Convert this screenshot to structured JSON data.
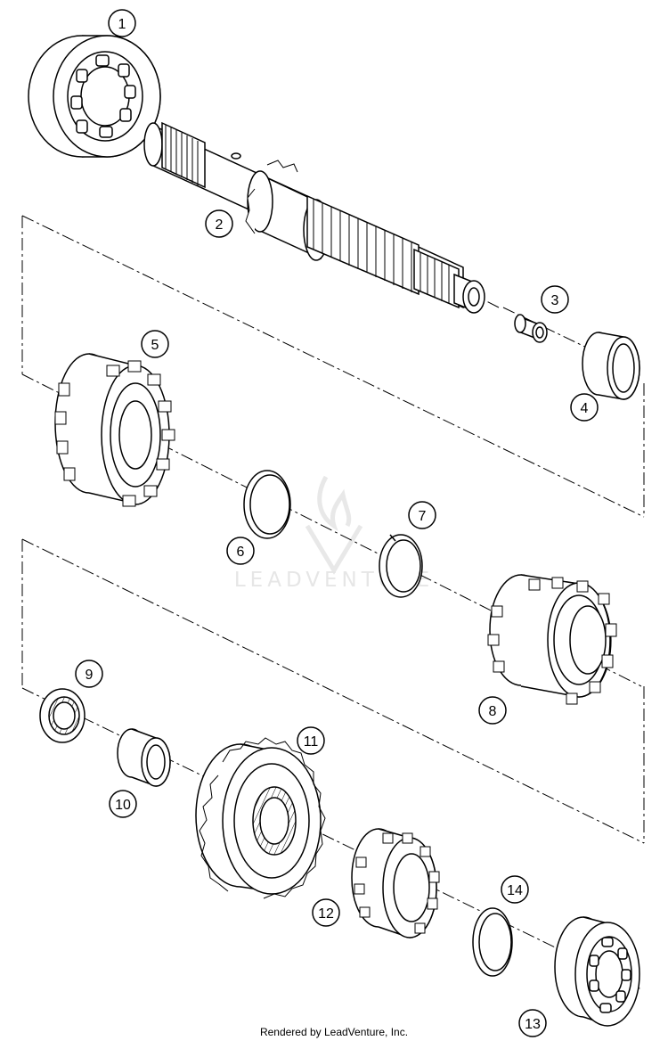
{
  "callouts": [
    {
      "label": "1"
    },
    {
      "label": "2"
    },
    {
      "label": "3"
    },
    {
      "label": "4"
    },
    {
      "label": "5"
    },
    {
      "label": "6"
    },
    {
      "label": "7"
    },
    {
      "label": "8"
    },
    {
      "label": "9"
    },
    {
      "label": "10"
    },
    {
      "label": "11"
    },
    {
      "label": "12"
    },
    {
      "label": "13"
    },
    {
      "label": "14"
    }
  ],
  "watermark": {
    "text": "LEADVENTURE"
  },
  "footer": {
    "text": "Rendered by LeadVenture, Inc."
  }
}
